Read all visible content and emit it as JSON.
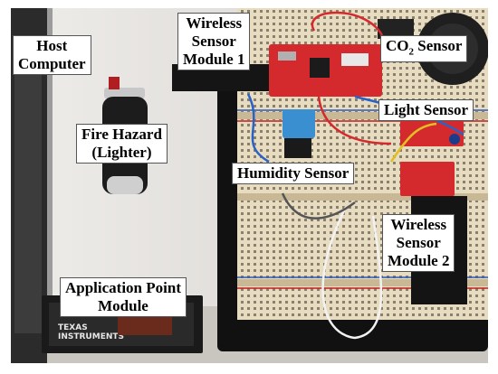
{
  "labels": {
    "host_computer": [
      "Host",
      "Computer"
    ],
    "wireless_module_1": [
      "Wireless",
      "Sensor",
      "Module 1"
    ],
    "co2_sensor": {
      "prefix": "CO",
      "sub": "2",
      "suffix": " Sensor"
    },
    "fire_hazard": [
      "Fire Hazard",
      "(Lighter)"
    ],
    "light_sensor": "Light Sensor",
    "humidity_sensor": "Humidity Sensor",
    "wireless_module_2": [
      "Wireless",
      "Sensor",
      "Module 2"
    ],
    "application_point": [
      "Application Point",
      "Module"
    ],
    "ti_logo": [
      "TEXAS",
      "INSTRUMENTS"
    ]
  },
  "colors": {
    "breadboard": "#e8dcc0",
    "sensor_board": "#d42a2e",
    "board_base": "#111111",
    "lighter_body": "#1c1c1c",
    "lighter_cap": "#b01e22",
    "humidity_sensor": "#3a8fd0"
  }
}
